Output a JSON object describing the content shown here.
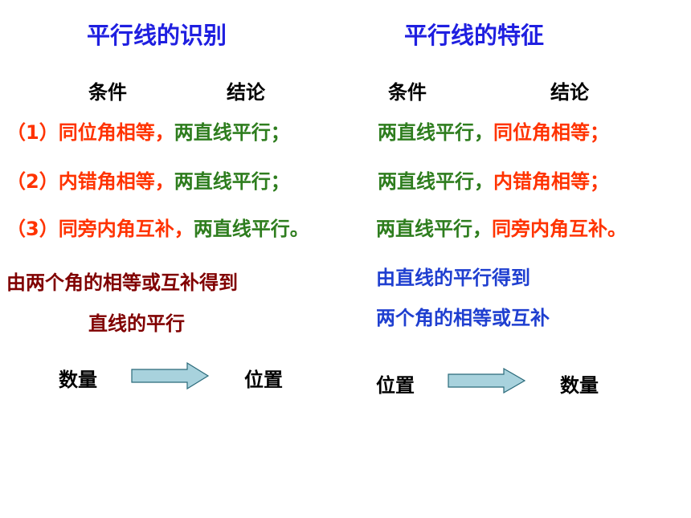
{
  "left": {
    "title": "平行线的识别",
    "cond_header": "条件",
    "concl_header": "结论",
    "rows": [
      {
        "cond": "（1）同位角相等，",
        "concl": "两直线平行；"
      },
      {
        "cond": "（2）内错角相等，",
        "concl": "两直线平行；"
      },
      {
        "cond": "（3）同旁内角互补，",
        "concl": "两直线平行。"
      }
    ],
    "summary_line1": "由两个角的相等或互补得到",
    "summary_line2": "直线的平行",
    "from": "数量",
    "to": "位置"
  },
  "right": {
    "title": "平行线的特征",
    "cond_header": "条件",
    "concl_header": "结论",
    "rows": [
      {
        "cond": "两直线平行，",
        "concl": "同位角相等；"
      },
      {
        "cond": "两直线平行，",
        "concl": "内错角相等；"
      },
      {
        "cond": "两直线平行，",
        "concl": "同旁内角互补。"
      }
    ],
    "summary_line1": "由直线的平行得到",
    "summary_line2": "两个角的相等或互补",
    "from": "位置",
    "to": "数量"
  },
  "colors": {
    "title": "#1f1fe0",
    "orange": "#ff3300",
    "green": "#2e7d1e",
    "dark_red": "#800000",
    "blue": "#1f3fd0",
    "arrow_fill": "#a8d2dd",
    "arrow_stroke": "#2a6a7a"
  },
  "icons": {
    "arrow": "right-arrow-icon"
  }
}
